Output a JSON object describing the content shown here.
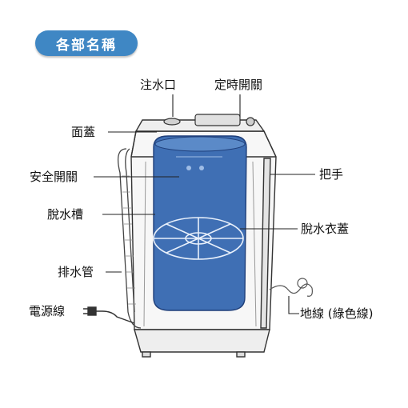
{
  "title": "各部名稱",
  "labels": {
    "water_inlet": "注水口",
    "timer_switch": "定時開關",
    "top_cover": "面蓋",
    "safety_switch": "安全開關",
    "handle": "把手",
    "spin_tub": "脫水槽",
    "spin_tub_cover": "脫水衣蓋",
    "drain_hose": "排水管",
    "ground_wire": "地線 (綠色線)",
    "power_cord": "電源線"
  },
  "colors": {
    "title_bg": "#3f87c4",
    "tub_fill": "#3f6fb4",
    "line": "#222222"
  }
}
